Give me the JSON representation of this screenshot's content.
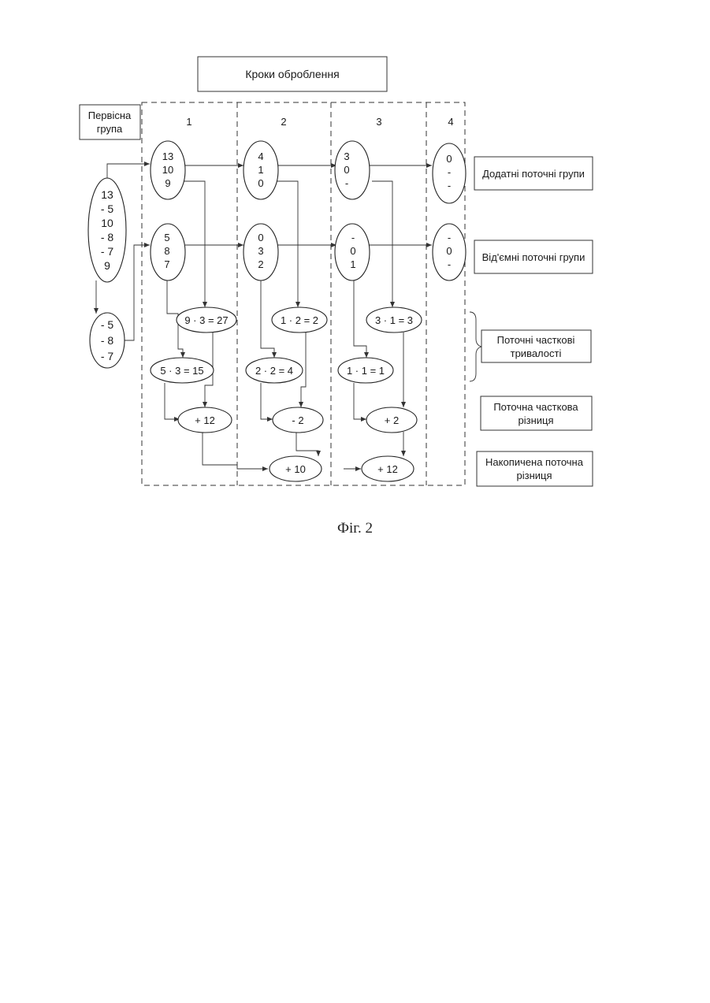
{
  "header": {
    "title": "Кроки оброблення"
  },
  "initial_group": {
    "label_lines": [
      "Первісна",
      "група"
    ],
    "values": [
      "13",
      "- 5",
      "10",
      "- 8",
      "- 7",
      "9"
    ],
    "negatives": [
      "- 5",
      "- 8",
      "- 7"
    ]
  },
  "steps": [
    "1",
    "2",
    "3",
    "4"
  ],
  "positive_groups": [
    [
      "13",
      "10",
      "9"
    ],
    [
      "4",
      "1",
      "0"
    ],
    [
      "3",
      "0",
      "-"
    ],
    [
      "0",
      "-",
      "-"
    ]
  ],
  "negative_groups": [
    [
      "5",
      "8",
      "7"
    ],
    [
      "0",
      "3",
      "2"
    ],
    [
      "-",
      "0",
      "1"
    ],
    [
      "-",
      "0",
      "-"
    ]
  ],
  "positive_durations": [
    "9 · 3 = 27",
    "1 · 2 = 2",
    "3 · 1 = 3"
  ],
  "negative_durations": [
    "5 · 3 = 15",
    "2 · 2 = 4",
    "1 · 1 = 1"
  ],
  "partial_differences": [
    "+ 12",
    "- 2",
    "+ 2"
  ],
  "accumulated_differences": [
    "+ 10",
    "+ 12"
  ],
  "legend": {
    "positive": "Додатні поточні групи",
    "negative": "Від'ємні поточні групи",
    "durations": [
      "Поточні часткові",
      "тривалості"
    ],
    "partial_difference": [
      "Поточна часткова",
      "різниця"
    ],
    "accumulated_difference": [
      "Накопичена поточна",
      "різниця"
    ]
  },
  "caption": "Фіг. 2"
}
